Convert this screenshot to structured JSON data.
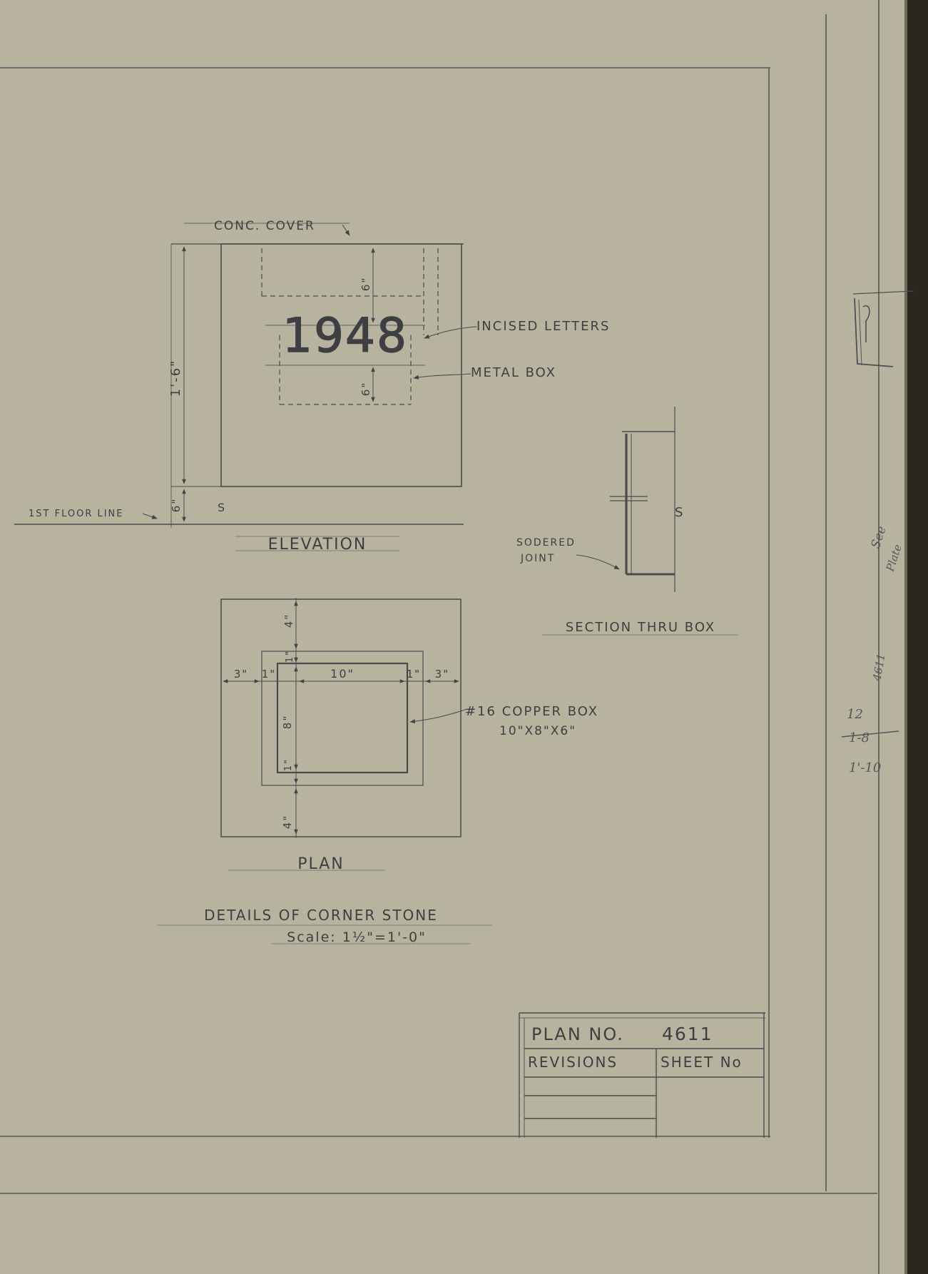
{
  "drawing": {
    "title": "DETAILS OF CORNER STONE",
    "scale": "Scale: 1½\"=1'-0\"",
    "elevation": {
      "label": "ELEVATION",
      "cover_note": "CONC. COVER",
      "incised_note": "INCISED LETTERS",
      "metal_note": "METAL BOX",
      "floor_line": "1ST FLOOR LINE",
      "year": "1948",
      "dim_total": "1'-6\"",
      "dim_top": "6\"",
      "dim_box": "6\"",
      "dim_below": "6\""
    },
    "section": {
      "label": "SECTION THRU BOX",
      "joint_note_1": "SODERED",
      "joint_note_2": "JOINT"
    },
    "plan": {
      "label": "PLAN",
      "copper_note_1": "#16 COPPER BOX",
      "copper_note_2": "10\"X8\"X6\"",
      "dim_left": "3\"",
      "dim_left_wall": "1\"",
      "dim_width": "10\"",
      "dim_right_wall": "1\"",
      "dim_right": "3\"",
      "dim_top": "4\"",
      "dim_top_wall": "1\"",
      "dim_depth": "8\"",
      "dim_bottom_wall": "1\"",
      "dim_bottom": "4\""
    }
  },
  "title_block": {
    "plan_no_label": "PLAN NO.",
    "plan_no": "4611",
    "revisions": "REVISIONS",
    "sheet_no": "SHEET No"
  },
  "margin_notes": {
    "see_note_1": "See",
    "see_note_2": "Plate",
    "number": "4611",
    "calc_1": "12",
    "calc_2": "1-8",
    "calc_3": "1'-10"
  }
}
